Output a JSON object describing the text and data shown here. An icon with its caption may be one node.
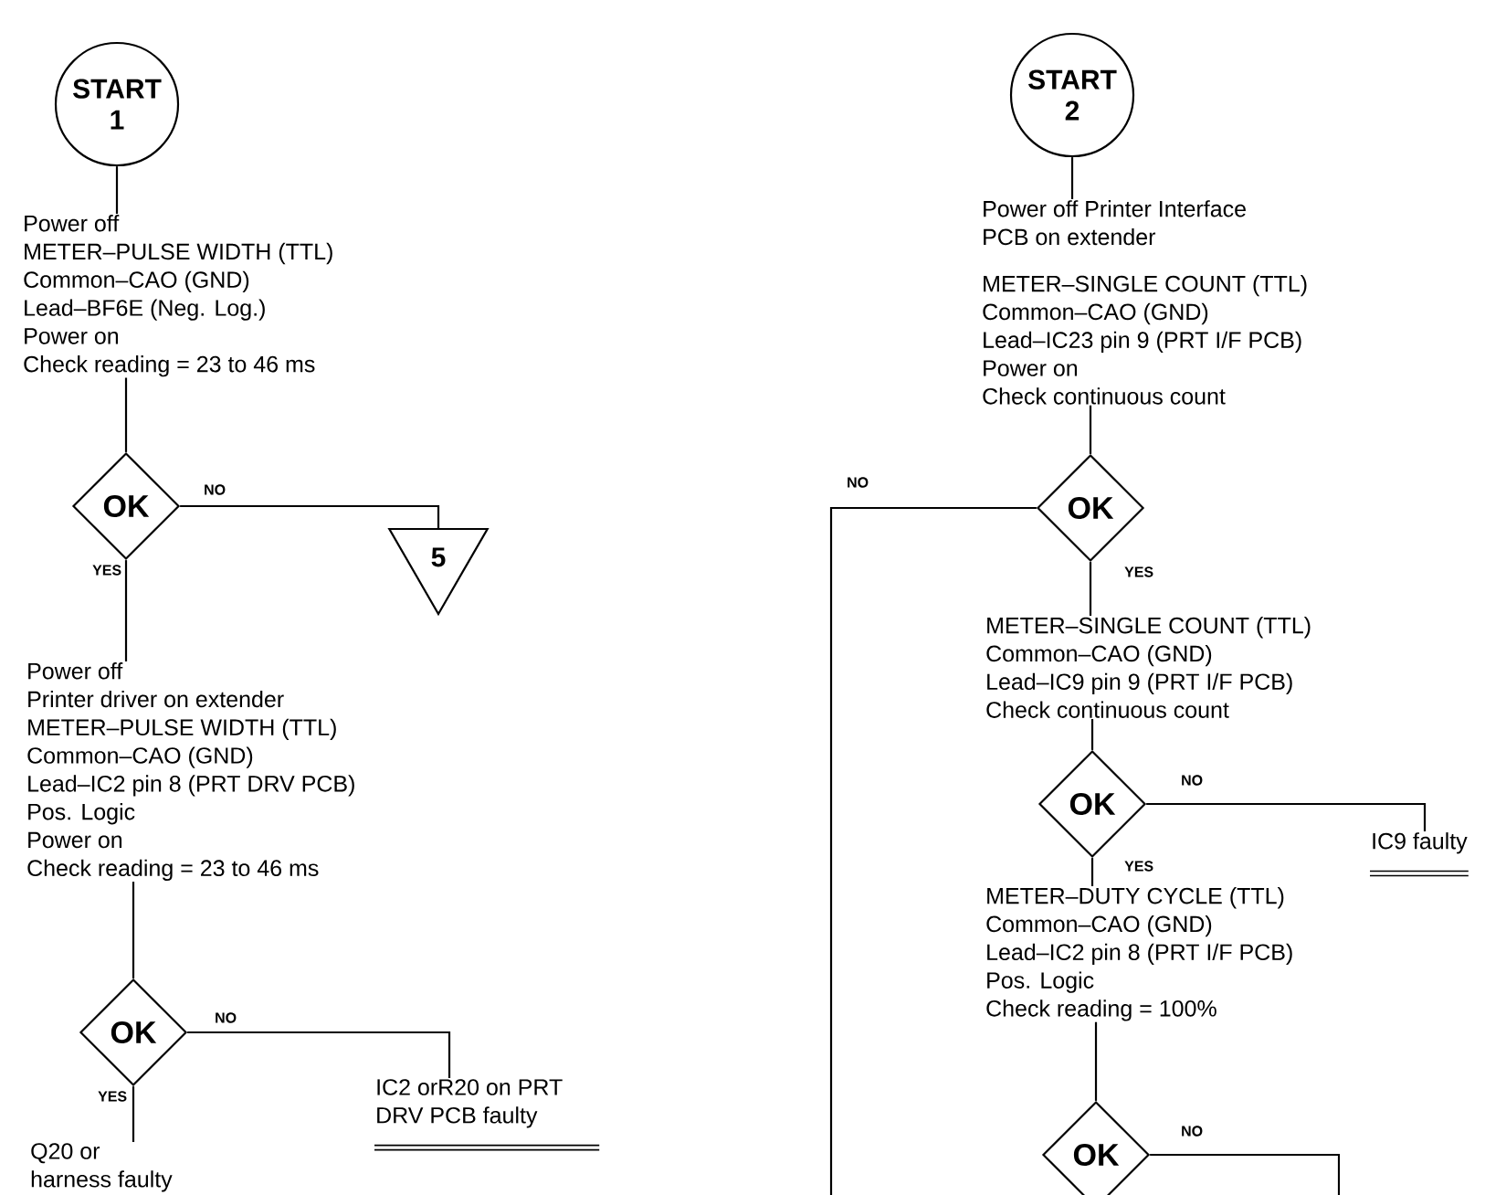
{
  "diagram": {
    "nodes": [
      {
        "text": [
          "START",
          "1"
        ]
      },
      {
        "text": [
          "Power off",
          "METER–PULSE WIDTH (TTL)",
          "Common–CAO (GND)",
          "Lead–BF6E (Neg. Log.)",
          "Power on",
          "Check reading = 23 to 46 ms"
        ]
      },
      {
        "text": [
          "OK"
        ]
      },
      {
        "text": [
          "5"
        ]
      },
      {
        "text": [
          "Power off",
          "Printer driver on extender",
          "METER–PULSE WIDTH (TTL)",
          "Common–CAO (GND)",
          "Lead–IC2 pin 8 (PRT DRV PCB)",
          "Pos. Logic",
          "Power on",
          "Check reading = 23 to 46 ms"
        ]
      },
      {
        "text": [
          "OK"
        ]
      },
      {
        "text": [
          "IC2 orR20 on PRT DRV PCB faulty"
        ]
      },
      {
        "text": [
          "Q20 or harness faulty"
        ]
      },
      {
        "text": [
          "START",
          "2"
        ]
      },
      {
        "text": [
          "Power off Printer Interface PCB on extender",
          "METER–SINGLE COUNT (TTL)",
          "Common–CAO (GND)",
          "Lead–IC23 pin 9 (PRT I/F PCB)",
          "Power on",
          "Check continuous count"
        ]
      },
      {
        "text": [
          "OK"
        ]
      },
      {
        "text": [
          "METER–SINGLE COUNT (TTL)",
          "Common–CAO (GND)",
          "Lead–IC9 pin 9 (PRT I/F PCB)",
          "Check continuous count"
        ]
      },
      {
        "text": [
          "OK"
        ]
      },
      {
        "text": [
          "IC9 faulty"
        ]
      },
      {
        "text": [
          "METER–DUTY CYCLE (TTL)",
          "Common–CAO (GND)",
          "Lead–IC2 pin 8 (PRT I/F PCB)",
          "Pos. Logic",
          "Check reading = 100%"
        ]
      },
      {
        "text": [
          "OK"
        ]
      }
    ],
    "edges": [
      {
        "from": 0,
        "to": 1,
        "arrow": "none"
      },
      {
        "from": 1,
        "to": 2,
        "arrow": "none"
      },
      {
        "from": 2,
        "to": 3,
        "arrow": "none",
        "label": "NO"
      },
      {
        "from": 2,
        "to": 4,
        "arrow": "none",
        "label": "YES"
      },
      {
        "from": 4,
        "to": 5,
        "arrow": "none"
      },
      {
        "from": 5,
        "to": 6,
        "arrow": "none",
        "label": "NO"
      },
      {
        "from": 5,
        "to": 7,
        "arrow": "none",
        "label": "YES"
      },
      {
        "from": 8,
        "to": 9,
        "arrow": "none"
      },
      {
        "from": 9,
        "to": 10,
        "arrow": "none"
      },
      {
        "from": 10,
        "to": null,
        "arrow": "none",
        "label": "NO"
      },
      {
        "from": 10,
        "to": 11,
        "arrow": "none",
        "label": "YES"
      },
      {
        "from": 11,
        "to": 12,
        "arrow": "none"
      },
      {
        "from": 12,
        "to": 13,
        "arrow": "none",
        "label": "NO"
      },
      {
        "from": 12,
        "to": 14,
        "arrow": "none",
        "label": "YES"
      },
      {
        "from": 14,
        "to": 15,
        "arrow": "none"
      },
      {
        "from": 15,
        "to": null,
        "arrow": "none",
        "label": "NO"
      }
    ]
  }
}
